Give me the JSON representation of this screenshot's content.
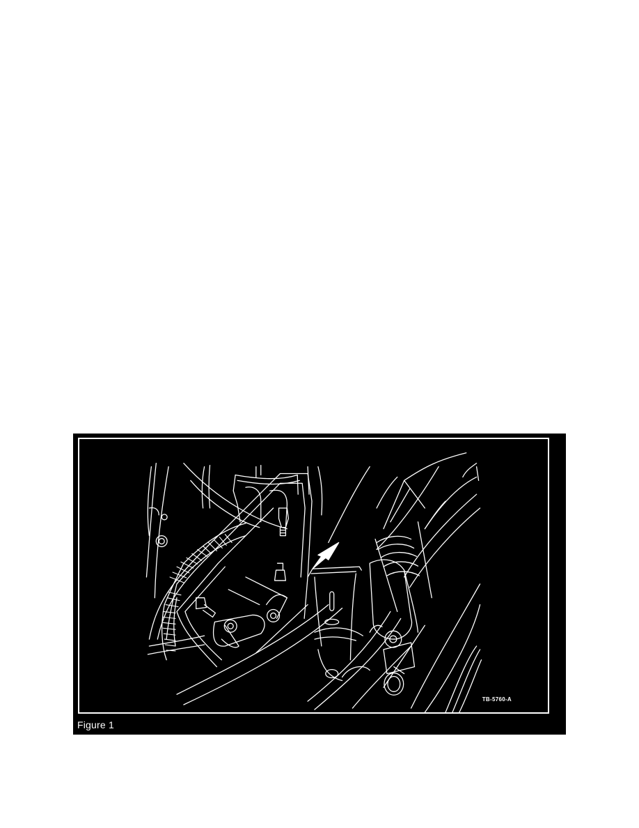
{
  "figure": {
    "caption": "Figure 1",
    "reference_code": "TB-5760-A",
    "illustration": "engine-bay-line-drawing",
    "callout": "arrow-pointing-to-bracket-edge",
    "colors": {
      "background": "#000000",
      "lines": "#ffffff",
      "page": "#ffffff"
    }
  }
}
